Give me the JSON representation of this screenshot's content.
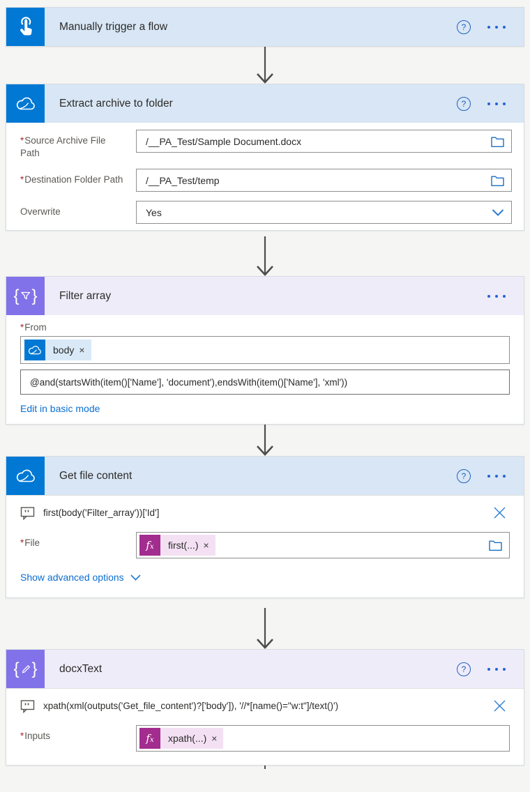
{
  "colors": {
    "accent_blue": "#0078d4",
    "accent_purple": "#8272e9",
    "header_blue": "#d8e6f5",
    "header_purple": "#efecfa",
    "fx_magenta": "#a32c8f",
    "fx_chip_bg": "#f3e1f3",
    "token_chip_bg": "#d9e9f8",
    "link_blue": "#0b6ed0",
    "required_red": "#a4262c"
  },
  "glyphs": {
    "required": "*",
    "help": "?",
    "chip_close": "×",
    "brace_open": "{",
    "brace_close": "}",
    "fx_f": "f",
    "fx_x": "x"
  },
  "cards": {
    "trigger": {
      "title": "Manually trigger a flow"
    },
    "extract": {
      "title": "Extract archive to folder",
      "fields": [
        {
          "label": "Source Archive File Path",
          "value": "/__PA_Test/Sample Document.docx"
        },
        {
          "label": "Destination Folder Path",
          "value": "/__PA_Test/temp"
        },
        {
          "label": "Overwrite",
          "value": "Yes"
        }
      ]
    },
    "filter": {
      "title": "Filter array",
      "from_label": "From",
      "token_label": "body",
      "expression": "@and(startsWith(item()['Name'], 'document'),endsWith(item()['Name'], 'xml'))",
      "edit_link": "Edit in basic mode"
    },
    "getfile": {
      "title": "Get file content",
      "comment": "first(body('Filter_array'))['Id']",
      "file_label": "File",
      "token_label": "first(...)",
      "advanced_link": "Show advanced options"
    },
    "docxtext": {
      "title": "docxText",
      "comment": "xpath(xml(outputs('Get_file_content')?['body']), '//*[name()=\"w:t\"]/text()')",
      "inputs_label": "Inputs",
      "token_label": "xpath(...)"
    }
  }
}
